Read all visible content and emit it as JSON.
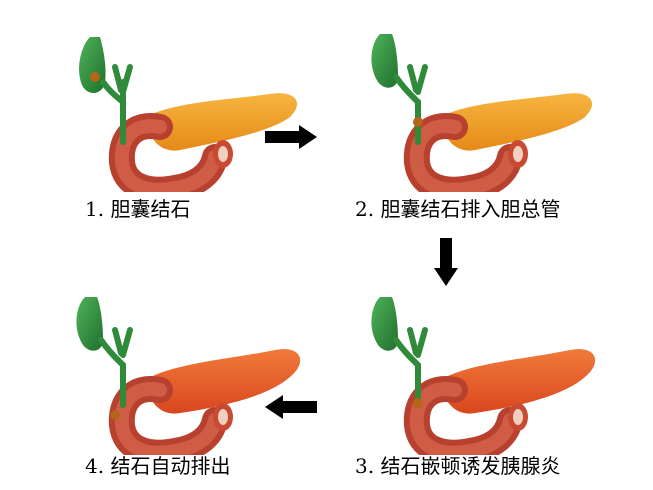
{
  "steps": [
    {
      "label": "1. 胆囊结石",
      "organ_color": "#f0a020"
    },
    {
      "label": "2. 胆囊结石排入胆总管",
      "organ_color": "#f0a020"
    },
    {
      "label": "3. 结石嵌顿诱发胰腺炎",
      "organ_color": "#e85a28"
    },
    {
      "label": "4. 结石自动排出",
      "organ_color": "#e85a28"
    }
  ],
  "colors": {
    "gallbladder": "#2f8a3a",
    "duodenum": "#b8402e",
    "arrow": "#000000"
  }
}
